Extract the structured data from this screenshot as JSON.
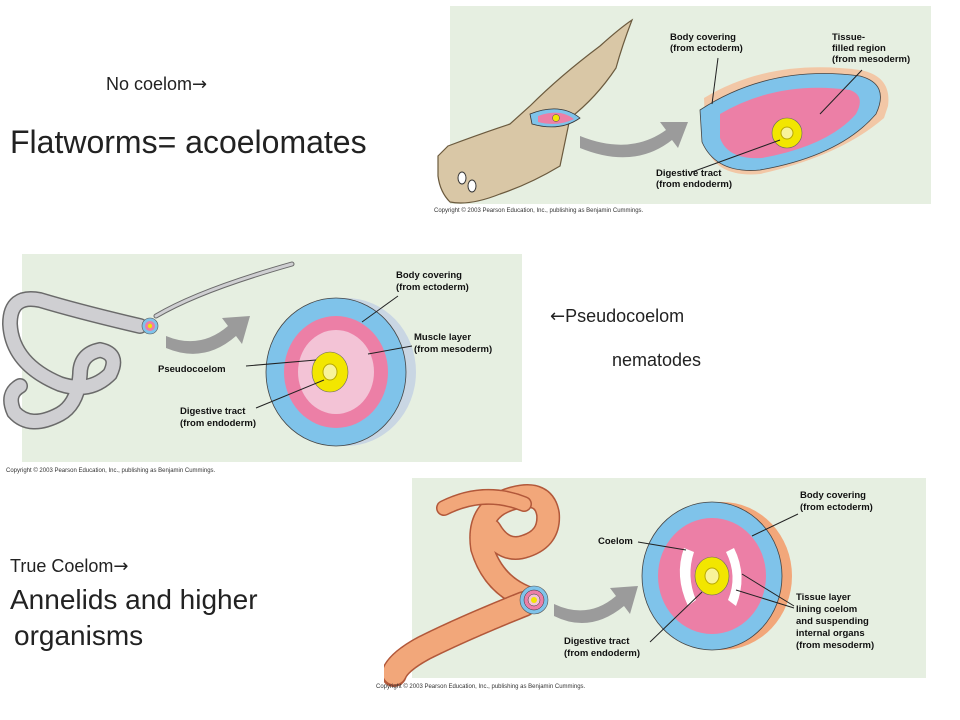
{
  "slide": {
    "acoelomate": {
      "label": "No coelom",
      "heading": "Flatworms= acoelomates",
      "arrow_glyph": "→"
    },
    "pseudocoelomate": {
      "label": "Pseudocoelom",
      "sublabel": "nematodes",
      "arrow_glyph": "←"
    },
    "coelomate": {
      "label": "True Coelom",
      "heading_line1": "Annelids and higher",
      "heading_line2": "organisms",
      "arrow_glyph": "→"
    }
  },
  "figures": {
    "flatworm": {
      "body_covering": [
        "Body covering",
        "(from ectoderm)"
      ],
      "tissue_region": [
        "Tissue-",
        "filled region",
        "(from mesoderm)"
      ],
      "digestive": [
        "Digestive tract",
        "(from endoderm)"
      ],
      "copyright": "Copyright © 2003 Pearson Education, Inc., publishing as Benjamin Cummings."
    },
    "roundworm": {
      "body_covering": [
        "Body covering",
        "(from ectoderm)"
      ],
      "muscle": [
        "Muscle layer",
        "(from mesoderm)"
      ],
      "pseudocoelom": "Pseudocoelom",
      "digestive": [
        "Digestive tract",
        "(from endoderm)"
      ],
      "copyright": "Copyright © 2003 Pearson Education, Inc., publishing as Benjamin Cummings."
    },
    "earthworm": {
      "body_covering": [
        "Body covering",
        "(from ectoderm)"
      ],
      "coelom": "Coelom",
      "tissue_layer": [
        "Tissue layer",
        "lining coelom",
        "and suspending",
        "internal organs",
        "(from mesoderm)"
      ],
      "digestive": [
        "Digestive tract",
        "(from endoderm)"
      ],
      "copyright": "Copyright © 2003 Pearson Education, Inc., publishing as Benjamin Cummings."
    }
  },
  "colors": {
    "panel_bg": "#e6efe1",
    "ectoderm": "#7fc3ea",
    "mesoderm": "#ec7fa6",
    "endoderm": "#f2e600",
    "worm_flat": "#d9c7a6",
    "worm_round": "#cfcfd2",
    "worm_annelid": "#f2a77a"
  }
}
